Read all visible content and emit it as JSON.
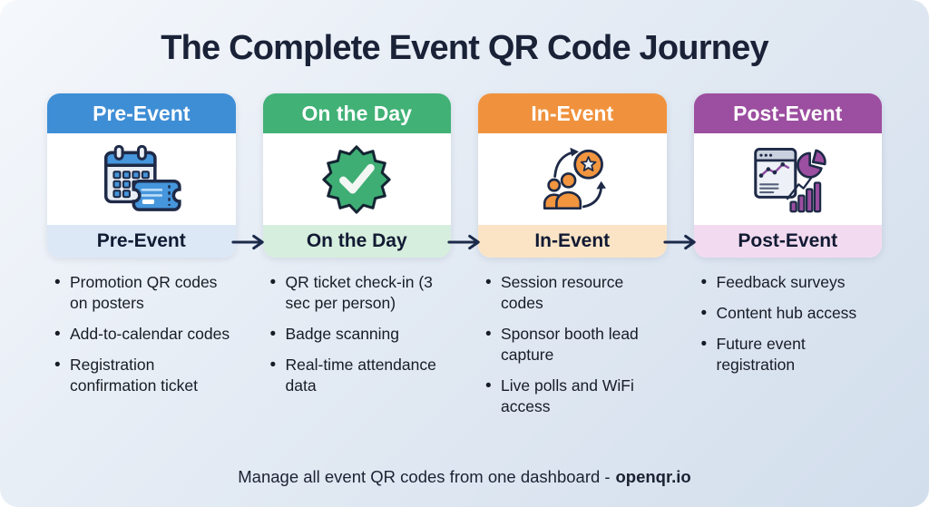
{
  "title": "The Complete Event QR Code Journey",
  "stages": [
    {
      "header": "Pre-Event",
      "label": "Pre-Event",
      "icon": "calendar-ticket-icon",
      "header_color": "#3E8ED6",
      "label_bg": "#DCE8F6",
      "bullets": [
        "Promotion QR codes on posters",
        "Add-to-calendar codes",
        "Registration confirmation ticket"
      ]
    },
    {
      "header": "On the Day",
      "label": "On the Day",
      "icon": "checkmark-seal-icon",
      "header_color": "#41B176",
      "label_bg": "#D6EEDE",
      "bullets": [
        "QR ticket check-in (3 sec per person)",
        "Badge scanning",
        "Real-time attendance data"
      ]
    },
    {
      "header": "In-Event",
      "label": "In-Event",
      "icon": "attendees-star-icon",
      "header_color": "#F0923D",
      "label_bg": "#FBE4C6",
      "bullets": [
        "Session resource codes",
        "Sponsor booth lead capture",
        "Live polls and WiFi access"
      ]
    },
    {
      "header": "Post-Event",
      "label": "Post-Event",
      "icon": "analytics-charts-icon",
      "header_color": "#9C4EA0",
      "label_bg": "#F2DBF0",
      "bullets": [
        "Feedback surveys",
        "Content hub access",
        "Future event registration"
      ]
    }
  ],
  "arrow_icon": "arrow-right-icon",
  "footer": {
    "text": "Manage all event QR codes from one dashboard -",
    "brand": "openqr.io"
  },
  "colors": {
    "background_top": "#F5F8FC",
    "background_bottom": "#D2DEEC",
    "title_text": "#1A2238",
    "bullet_text": "#171C26",
    "arrow": "#1B2A4A",
    "stage_blue": "#3E8ED6",
    "stage_green": "#41B176",
    "stage_orange": "#F0923D",
    "stage_purple": "#9C4EA0"
  }
}
